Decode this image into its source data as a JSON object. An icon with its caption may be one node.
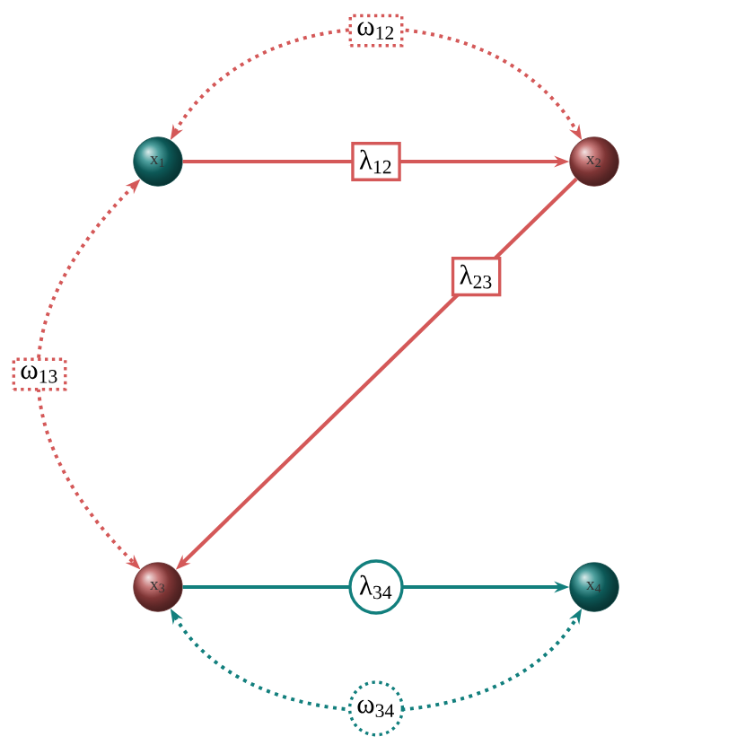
{
  "diagram": {
    "nodes": [
      {
        "text": [
          "x$_{1}$"
        ]
      },
      {
        "text": [
          "x$_{2}$"
        ]
      },
      {
        "text": [
          "x$_{3}$"
        ]
      },
      {
        "text": [
          "x$_{4}$"
        ]
      }
    ],
    "edges": [
      {
        "from": 0,
        "to": 1,
        "arrow": "both",
        "label": "ω$_{12}$",
        "style": "dashed"
      },
      {
        "from": 0,
        "to": 1,
        "arrow": "to",
        "label": "λ$_{12}$"
      },
      {
        "from": 1,
        "to": 2,
        "arrow": "to",
        "label": "λ$_{23}$"
      },
      {
        "from": 0,
        "to": 2,
        "arrow": "both",
        "label": "ω$_{13}$",
        "style": "dashed"
      },
      {
        "from": 2,
        "to": 3,
        "arrow": "to",
        "label": "λ$_{34}$",
        "color": "#127f7d"
      },
      {
        "from": 2,
        "to": 3,
        "arrow": "both",
        "label": "ω$_{34}$",
        "style": "dashed",
        "color": "#127f7d"
      }
    ]
  }
}
